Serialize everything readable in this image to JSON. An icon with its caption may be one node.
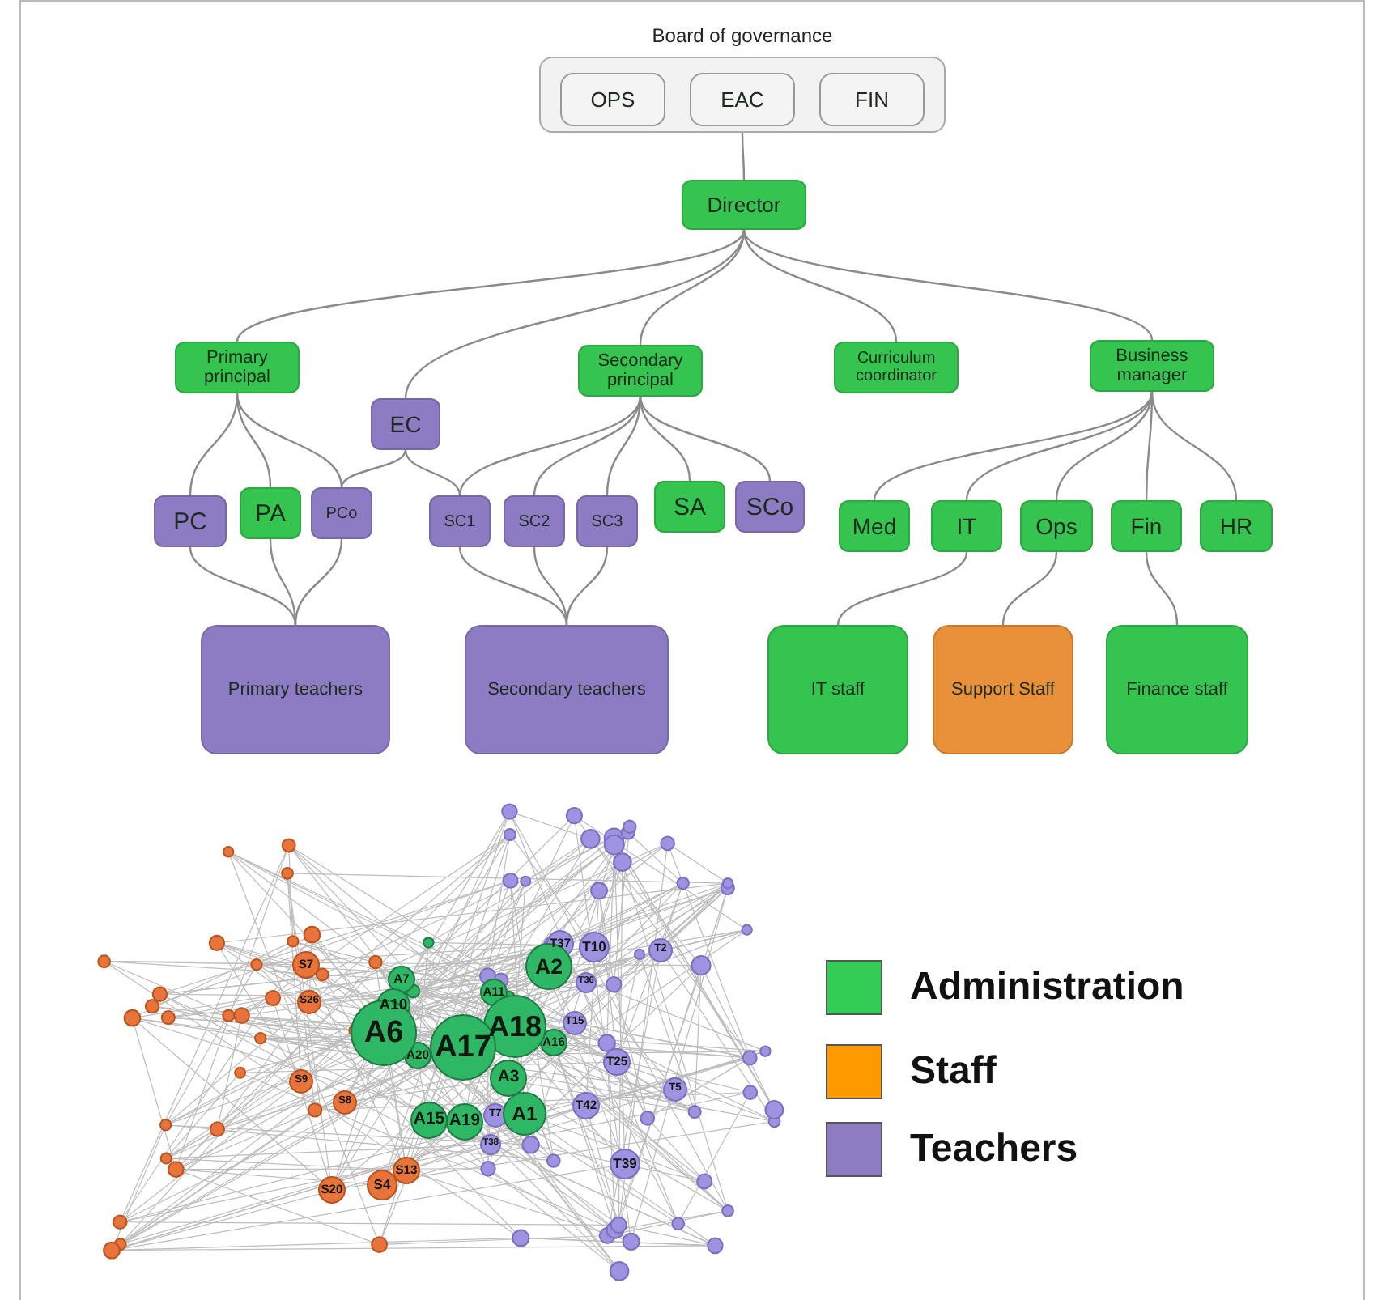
{
  "diagram": {
    "nodes": [
      {
        "text": [
          "Board of governance"
        ]
      },
      {
        "text": [
          "OPS"
        ],
        "in": 0
      },
      {
        "text": [
          "EAC"
        ],
        "in": 0
      },
      {
        "text": [
          "FIN"
        ],
        "in": 0
      },
      {
        "text": [
          "Director"
        ]
      },
      {
        "text": [
          "Primary principal"
        ]
      },
      {
        "text": [
          "EC"
        ]
      },
      {
        "text": [
          "Secondary principal"
        ]
      },
      {
        "text": [
          "Curriculum coordinator"
        ]
      },
      {
        "text": [
          "Business manager"
        ]
      },
      {
        "text": [
          "PC"
        ]
      },
      {
        "text": [
          "PA"
        ]
      },
      {
        "text": [
          "PCo"
        ]
      },
      {
        "text": [
          "SC1"
        ]
      },
      {
        "text": [
          "SC2"
        ]
      },
      {
        "text": [
          "SC3"
        ]
      },
      {
        "text": [
          "SA"
        ]
      },
      {
        "text": [
          "SCo"
        ]
      },
      {
        "text": [
          "Med"
        ]
      },
      {
        "text": [
          "IT"
        ]
      },
      {
        "text": [
          "Ops"
        ]
      },
      {
        "text": [
          "Fin"
        ]
      },
      {
        "text": [
          "HR"
        ]
      },
      {
        "text": [
          "Primary teachers"
        ]
      },
      {
        "text": [
          "Secondary teachers"
        ]
      },
      {
        "text": [
          "IT staff"
        ]
      },
      {
        "text": [
          "Support Staff"
        ]
      },
      {
        "text": [
          "Finance staff"
        ]
      }
    ],
    "edges": [
      {
        "from": 0,
        "to": 4,
        "arrow": "none"
      },
      {
        "from": 4,
        "to": 5,
        "arrow": "none"
      },
      {
        "from": 4,
        "to": 6,
        "arrow": "none"
      },
      {
        "from": 4,
        "to": 7,
        "arrow": "none"
      },
      {
        "from": 4,
        "to": 8,
        "arrow": "none"
      },
      {
        "from": 4,
        "to": 9,
        "arrow": "none"
      },
      {
        "from": 5,
        "to": 10,
        "arrow": "none"
      },
      {
        "from": 5,
        "to": 11,
        "arrow": "none"
      },
      {
        "from": 5,
        "to": 12,
        "arrow": "none"
      },
      {
        "from": 6,
        "to": 12,
        "arrow": "none"
      },
      {
        "from": 6,
        "to": 13,
        "arrow": "none"
      },
      {
        "from": 7,
        "to": 13,
        "arrow": "none"
      },
      {
        "from": 7,
        "to": 14,
        "arrow": "none"
      },
      {
        "from": 7,
        "to": 15,
        "arrow": "none"
      },
      {
        "from": 7,
        "to": 16,
        "arrow": "none"
      },
      {
        "from": 7,
        "to": 17,
        "arrow": "none"
      },
      {
        "from": 9,
        "to": 18,
        "arrow": "none"
      },
      {
        "from": 9,
        "to": 19,
        "arrow": "none"
      },
      {
        "from": 9,
        "to": 20,
        "arrow": "none"
      },
      {
        "from": 9,
        "to": 21,
        "arrow": "none"
      },
      {
        "from": 9,
        "to": 22,
        "arrow": "none"
      },
      {
        "from": 10,
        "to": 23,
        "arrow": "none"
      },
      {
        "from": 11,
        "to": 23,
        "arrow": "none"
      },
      {
        "from": 12,
        "to": 23,
        "arrow": "none"
      },
      {
        "from": 13,
        "to": 24,
        "arrow": "none"
      },
      {
        "from": 14,
        "to": 24,
        "arrow": "none"
      },
      {
        "from": 15,
        "to": 24,
        "arrow": "none"
      },
      {
        "from": 19,
        "to": 25,
        "arrow": "none"
      },
      {
        "from": 20,
        "to": 26,
        "arrow": "none"
      },
      {
        "from": 21,
        "to": 27,
        "arrow": "none"
      }
    ],
    "labels": [
      "A6",
      "A17",
      "A18",
      "A2",
      "A1",
      "A15",
      "A19",
      "A3",
      "A10",
      "A7",
      "A11",
      "A20",
      "A16",
      "T37",
      "T10",
      "T36",
      "T2",
      "T15",
      "T25",
      "T42",
      "T5",
      "T39",
      "T7",
      "T38",
      "S7",
      "S26",
      "S4",
      "S13",
      "S20",
      "S9",
      "S8"
    ],
    "legend": [
      {
        "text": "Administration",
        "color": "#33cc55"
      },
      {
        "text": "Staff",
        "color": "#ff9900"
      },
      {
        "text": "Teachers",
        "color": "#8e7cc3"
      }
    ]
  }
}
